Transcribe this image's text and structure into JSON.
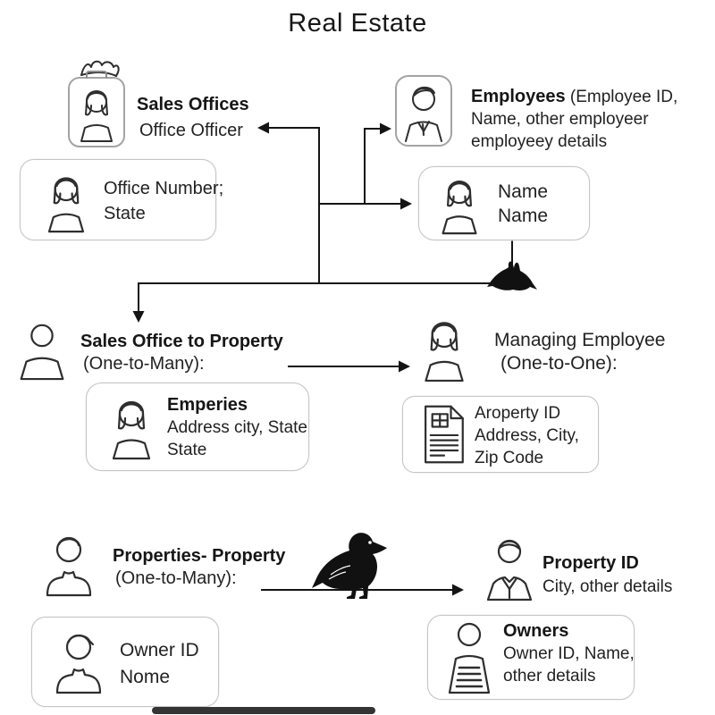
{
  "title": "Real Estate",
  "colors": {
    "ink": "#1b1b1b",
    "connector_line": "#141414",
    "box_border": "#c6c6c6",
    "icon_stroke": "#2e2e2e",
    "badge_border": "#a3a3a3",
    "silhouette": "#111111",
    "bottom_bar": "#343434"
  },
  "sales_offices": {
    "title": "Sales Offices",
    "subtitle": "Office Officer"
  },
  "employees": {
    "title": "Employees",
    "line1_rest": " (Employee ID,",
    "line2": "Name, other employeer",
    "line3": "employeey details"
  },
  "office_number_box": {
    "line1": "Office Number;",
    "line2": "State"
  },
  "name_box": {
    "line1": "Name",
    "line2": "Name"
  },
  "sales_office_to_property": {
    "title": "Sales Office to Property",
    "subtitle": "(One-to-Many):"
  },
  "emperies_box": {
    "title": "Emperies",
    "line1": "Address city, State",
    "line2": "State"
  },
  "managing_employee": {
    "title": "Managing Employee",
    "subtitle": "(One-to-One):"
  },
  "property_box": {
    "line1": "Aroperty ID",
    "line2": "Address, City,",
    "line3": "Zip Code"
  },
  "properties_property": {
    "title": "Properties- Property",
    "subtitle": "(One-to-Many):"
  },
  "property_id": {
    "title": "Property ID",
    "subtitle": "City, other details"
  },
  "owner_box": {
    "line1": "Owner ID",
    "line2": "Nome"
  },
  "owners_box": {
    "title": "Owners",
    "line1": "Owner ID, Name,",
    "line2": "other details"
  },
  "icons": {
    "woman-badge-crown-icon": "rounded badge card with woman portrait and doodled crown on top",
    "man-badge-icon": "rounded badge card with suited man portrait",
    "woman-icon": "line-art woman bust",
    "person-icon": "plain line-art person bust",
    "man-icon": "line-art man bust",
    "suit-man-icon": "line-art man with suit lapels and tie",
    "document-icon": "page with folded corner, window grid and text lines",
    "owner-card-icon": "person with lined sign on chest",
    "crow-icon": "black crow silhouette perched on arrow line",
    "perched-bird-icon": "small black bird silhouette at connector junction"
  }
}
